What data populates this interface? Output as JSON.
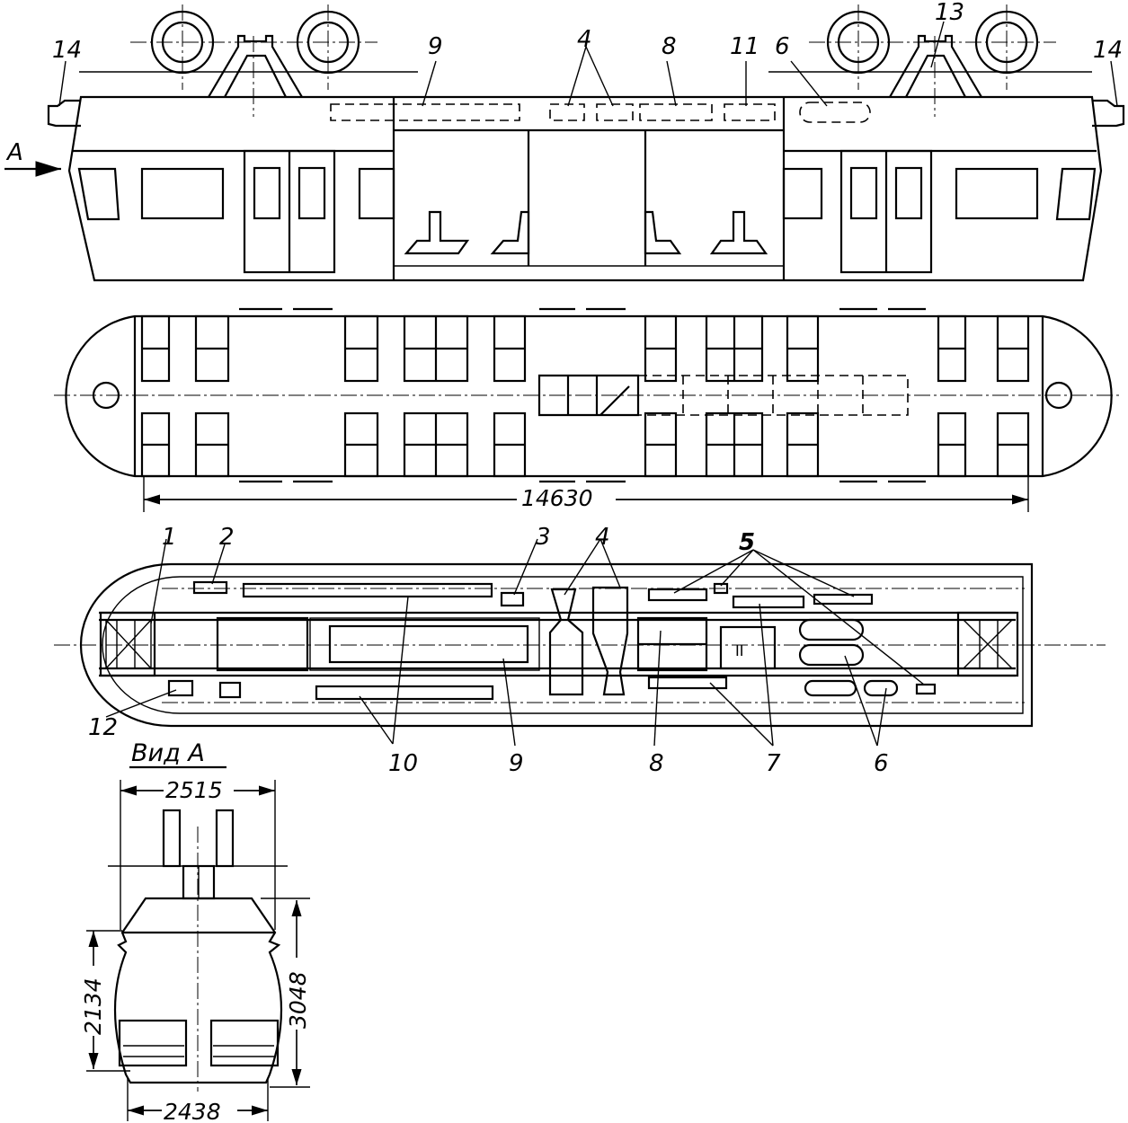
{
  "labels": {
    "n1": "1",
    "n2": "2",
    "n3": "3",
    "n4_side": "4",
    "n4_plan": "4",
    "n5": "5",
    "n6_side": "6",
    "n6_plan": "6",
    "n7": "7",
    "n8_side": "8",
    "n8_plan": "8",
    "n9_side": "9",
    "n9_plan": "9",
    "n10": "10",
    "n11": "11",
    "n12": "12",
    "n13": "13",
    "n14_left": "14",
    "n14_right": "14",
    "arrow_a": "A"
  },
  "dimensions": {
    "length": "14630",
    "top_width": "2515",
    "body_height": "2134",
    "total_height": "3048",
    "bottom_width": "2438"
  },
  "view_title": "Вид А"
}
